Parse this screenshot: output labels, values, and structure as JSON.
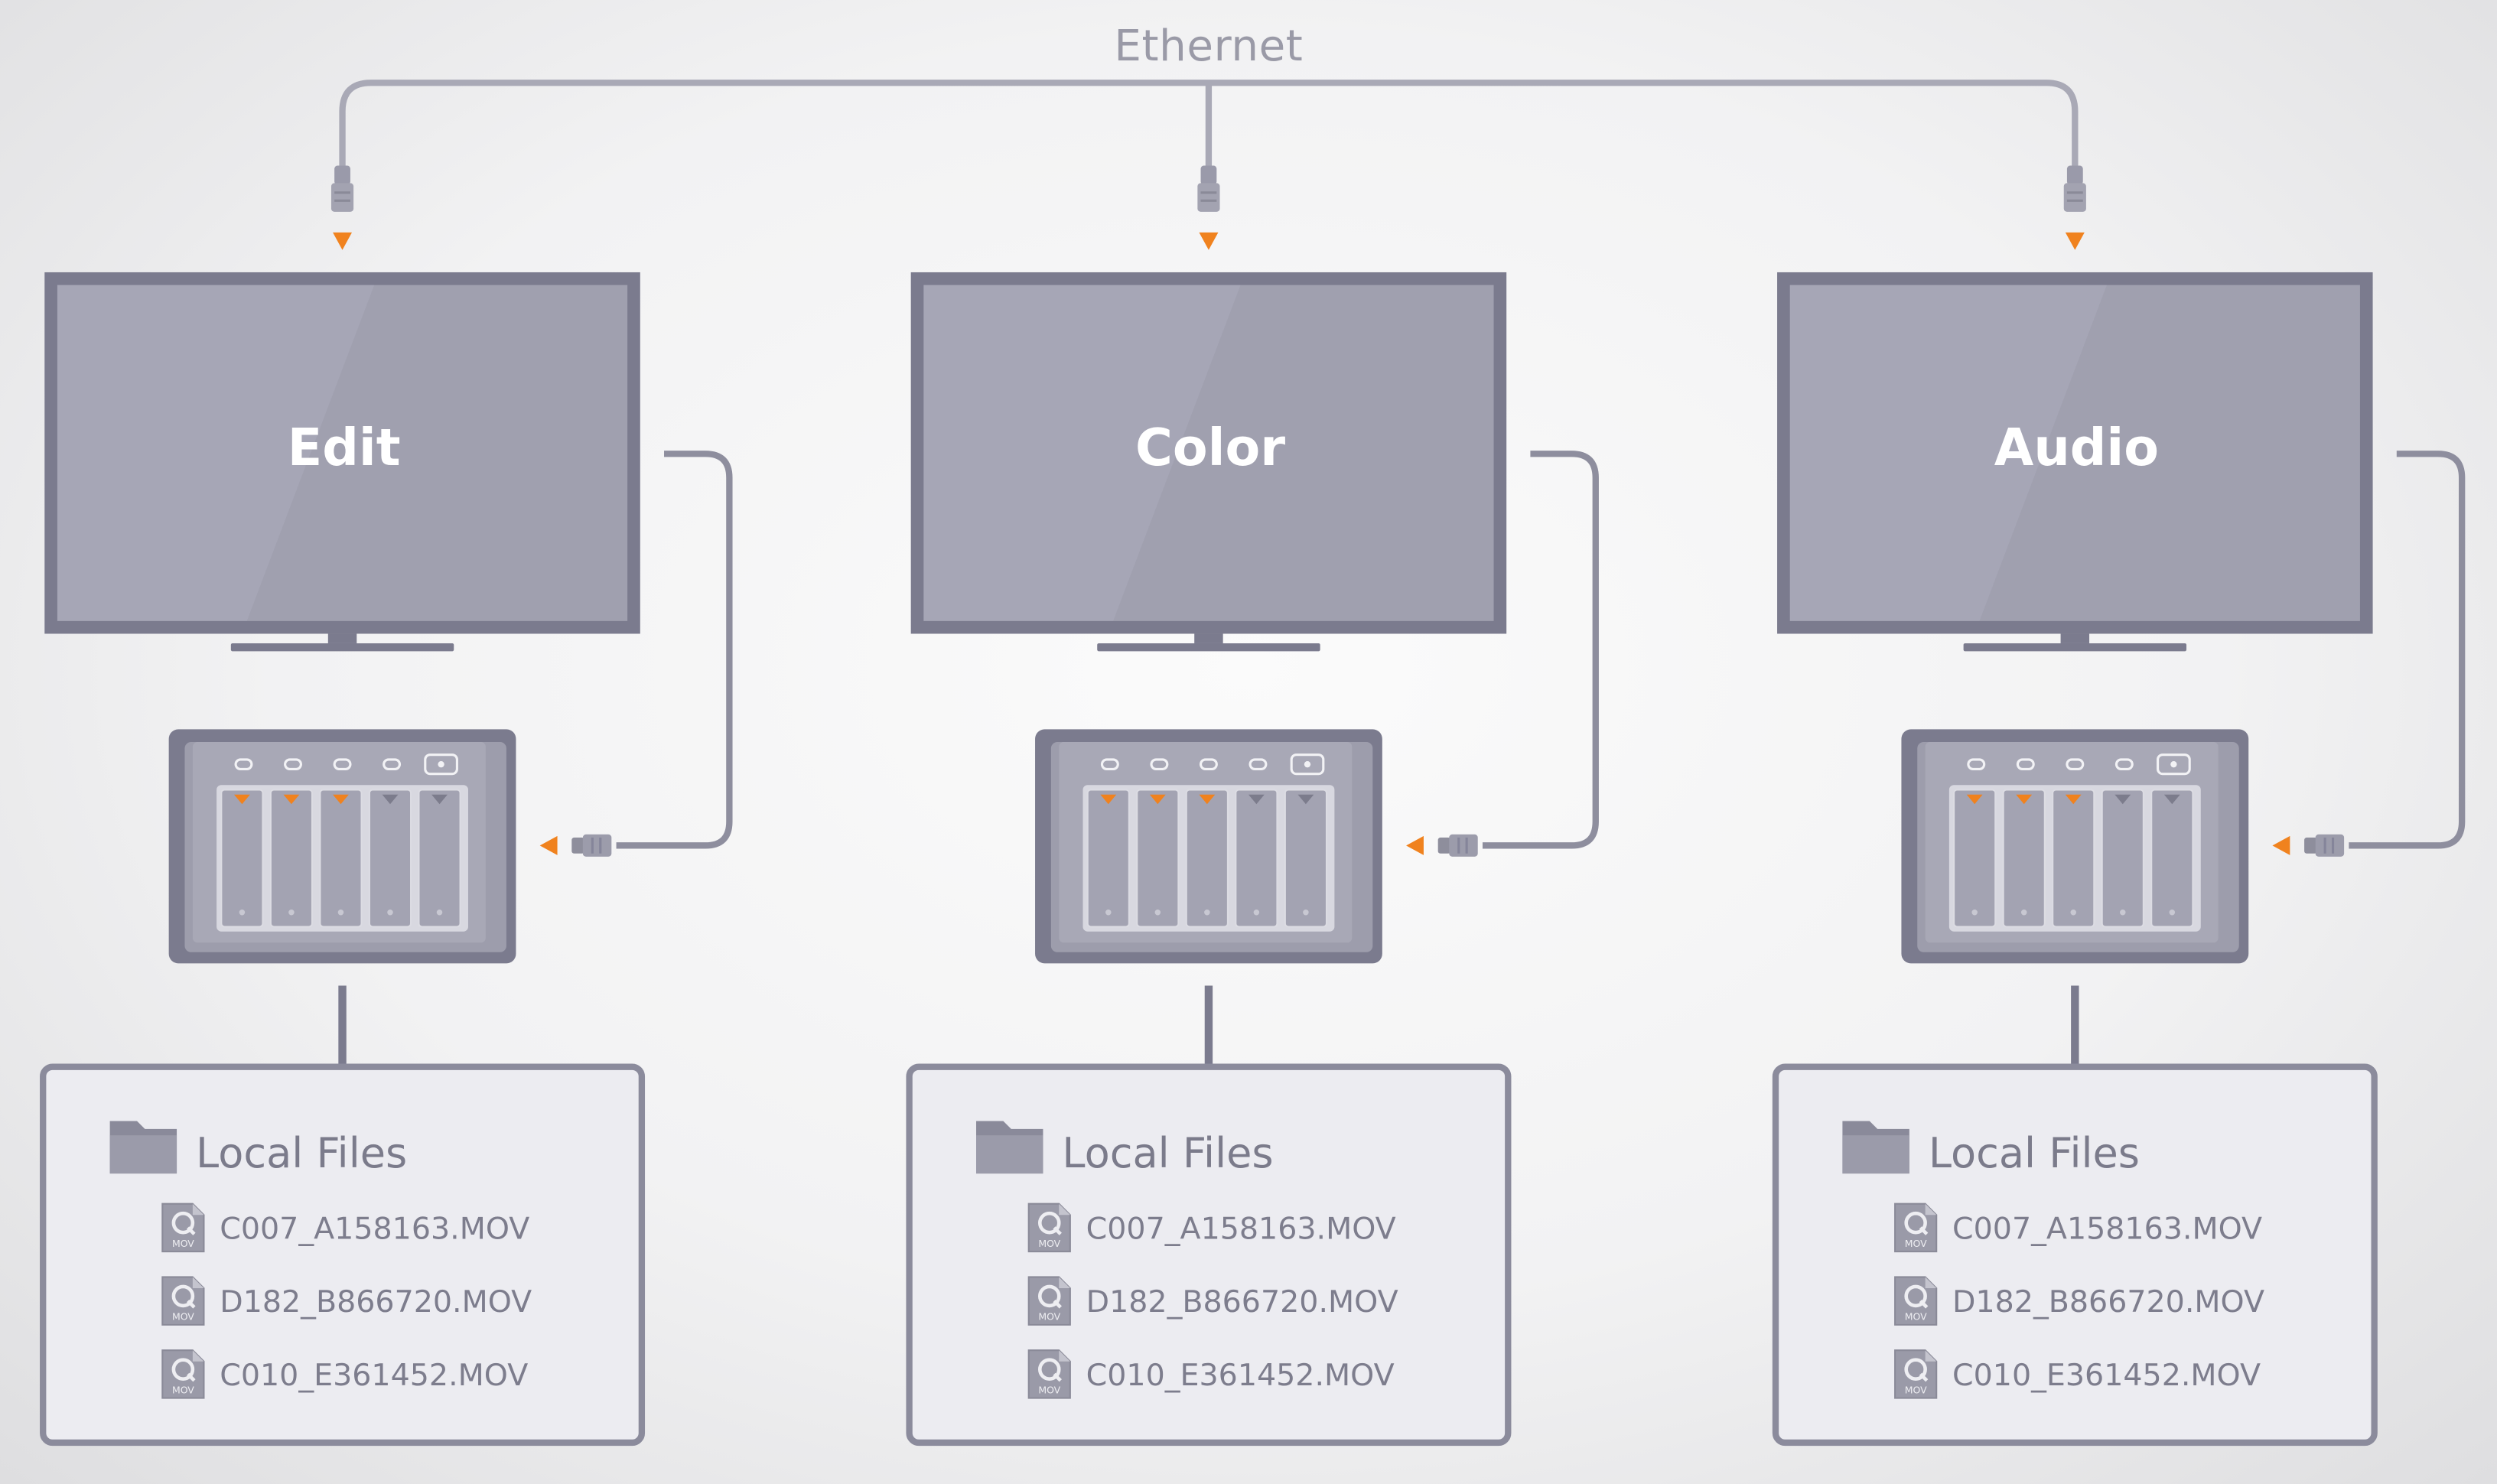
{
  "network": {
    "label": "Ethernet"
  },
  "workstations": [
    {
      "screen_label": "Edit",
      "folder_label": "Local Files",
      "files": [
        "C007_A158163.MOV",
        "D182_B866720.MOV",
        "C010_E361452.MOV"
      ]
    },
    {
      "screen_label": "Color",
      "folder_label": "Local Files",
      "files": [
        "C007_A158163.MOV",
        "D182_B866720.MOV",
        "C010_E361452.MOV"
      ]
    },
    {
      "screen_label": "Audio",
      "folder_label": "Local Files",
      "files": [
        "C007_A158163.MOV",
        "D182_B866720.MOV",
        "C010_E361452.MOV"
      ]
    }
  ],
  "icons": {
    "folder": "folder-icon",
    "movie_file": "mov-file-icon",
    "ethernet_plug": "ethernet-plug-icon",
    "drive_bay": "drive-bay-icon"
  },
  "colors": {
    "accent_arrow": "#f0821e",
    "frame": "#7b7b8e",
    "screen": "#a6a6b6",
    "cable": "#8e8e9e",
    "box_fill": "#ececf1"
  },
  "file_icon_label": "MOV"
}
